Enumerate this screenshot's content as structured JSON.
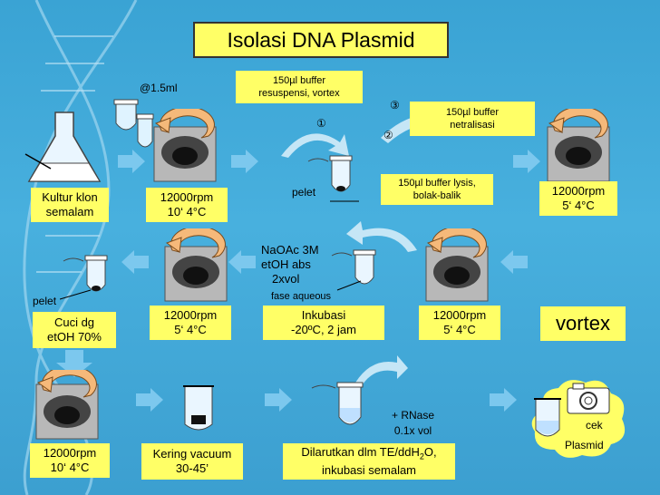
{
  "title": "Isolasi DNA Plasmid",
  "labels": {
    "vol_1_5": "@1.5ml",
    "resus_1": "150µl buffer",
    "resus_2": "resuspensi, vortex",
    "netral_1": "150µl buffer",
    "netral_2": "netralisasi",
    "lysis_1": "150µl buffer lysis,",
    "lysis_2": "bolak-balik",
    "step_1": "①",
    "step_2": "②",
    "step_3": "③",
    "pelet_a": "pelet",
    "pelet_b": "pelet",
    "naoac_1": "NaOAc 3M",
    "naoac_2": "etOH abs",
    "naoac_3": "2xvol",
    "fase": "fase aqueous",
    "rnase_1": "+ RNase",
    "rnase_2": "0.1x vol",
    "cek_1": "cek",
    "cek_2": "Plasmid"
  },
  "boxes": {
    "kultur_1": "Kultur klon",
    "kultur_2": "semalam",
    "spin1_1": "12000rpm",
    "spin1_2": "10‘ 4°C",
    "spin2_1": "12000rpm",
    "spin2_2": "5‘ 4°C",
    "cuci_1": "Cuci dg",
    "cuci_2": "etOH 70%",
    "spin3_1": "12000rpm",
    "spin3_2": "5‘ 4°C",
    "inkub_1": "Inkubasi",
    "inkub_2": "-20ºC, 2 jam",
    "spin4_1": "12000rpm",
    "spin4_2": "5‘ 4°C",
    "vortex": "vortex",
    "spin5_1": "12000rpm",
    "spin5_2": "10‘ 4°C",
    "kering_1": "Kering vacuum",
    "kering_2": "30-45’",
    "larut_1": "Dilarutkan dlm  TE/ddH",
    "larut_sub": "2",
    "larut_1b": "O,",
    "larut_2": "inkubasi semalam"
  },
  "colors": {
    "background": "#48b0de",
    "box": "#ffff66",
    "arrow": "#7cc8ee",
    "rotor_arrow": "#f5b97a"
  }
}
